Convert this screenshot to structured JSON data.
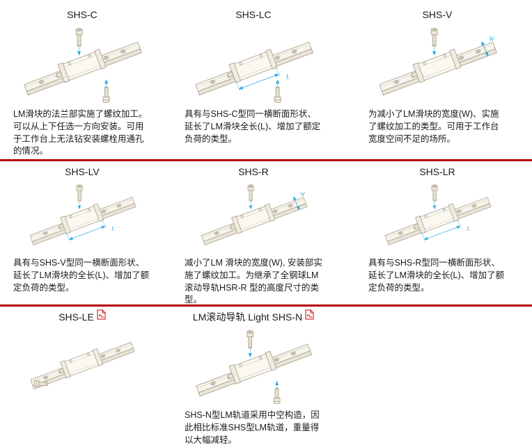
{
  "colors": {
    "accent_cyan": "#29abe2",
    "divider_red": "#b30000",
    "drawing_line": "#a29a88"
  },
  "icons": {
    "pdf_icon": "pdf-document"
  },
  "cells": [
    {
      "title": "SHS-C",
      "desc": "LM滑块的法兰部实施了螺纹加工。可以从上下任选一方向安装。可用于工作台上无法钻安装螺栓用通孔的情况。",
      "dim": ""
    },
    {
      "title": "SHS-LC",
      "desc": "具有与SHS-C型同一横断面形状、延长了LM滑块全长(L)、增加了额定负荷的类型。",
      "dim": "L"
    },
    {
      "title": "SHS-V",
      "desc": "为减小了LM滑块的宽度(W)、实施了螺纹加工的类型。可用于工作台宽度空间不足的场所。",
      "dim": "W"
    },
    {
      "title": "SHS-LV",
      "desc": "具有与SHS-V型同一横断面形状、延长了LM滑块的全长(L)、增加了额定负荷的类型。",
      "dim": "L"
    },
    {
      "title": "SHS-R",
      "desc": "减小了LM 滑块的宽度(W), 安装部实施了螺纹加工。为继承了全钢球LM 滚动导轨HSR-R 型的高度尺寸的类型。",
      "dim": "W"
    },
    {
      "title": "SHS-LR",
      "desc": "具有与SHS-R型同一横断面形状、延长了LM滑块的全长(L)、增加了额定负荷的类型。",
      "dim": "L"
    },
    {
      "title": "SHS-LE",
      "desc": "",
      "dim": ""
    },
    {
      "title": "LM滚动导轨 Light SHS-N",
      "desc": "SHS-N型LM轨道采用中空构造，因此相比标准SHS型LM轨道，重量得以大幅减轻。",
      "dim": ""
    }
  ]
}
